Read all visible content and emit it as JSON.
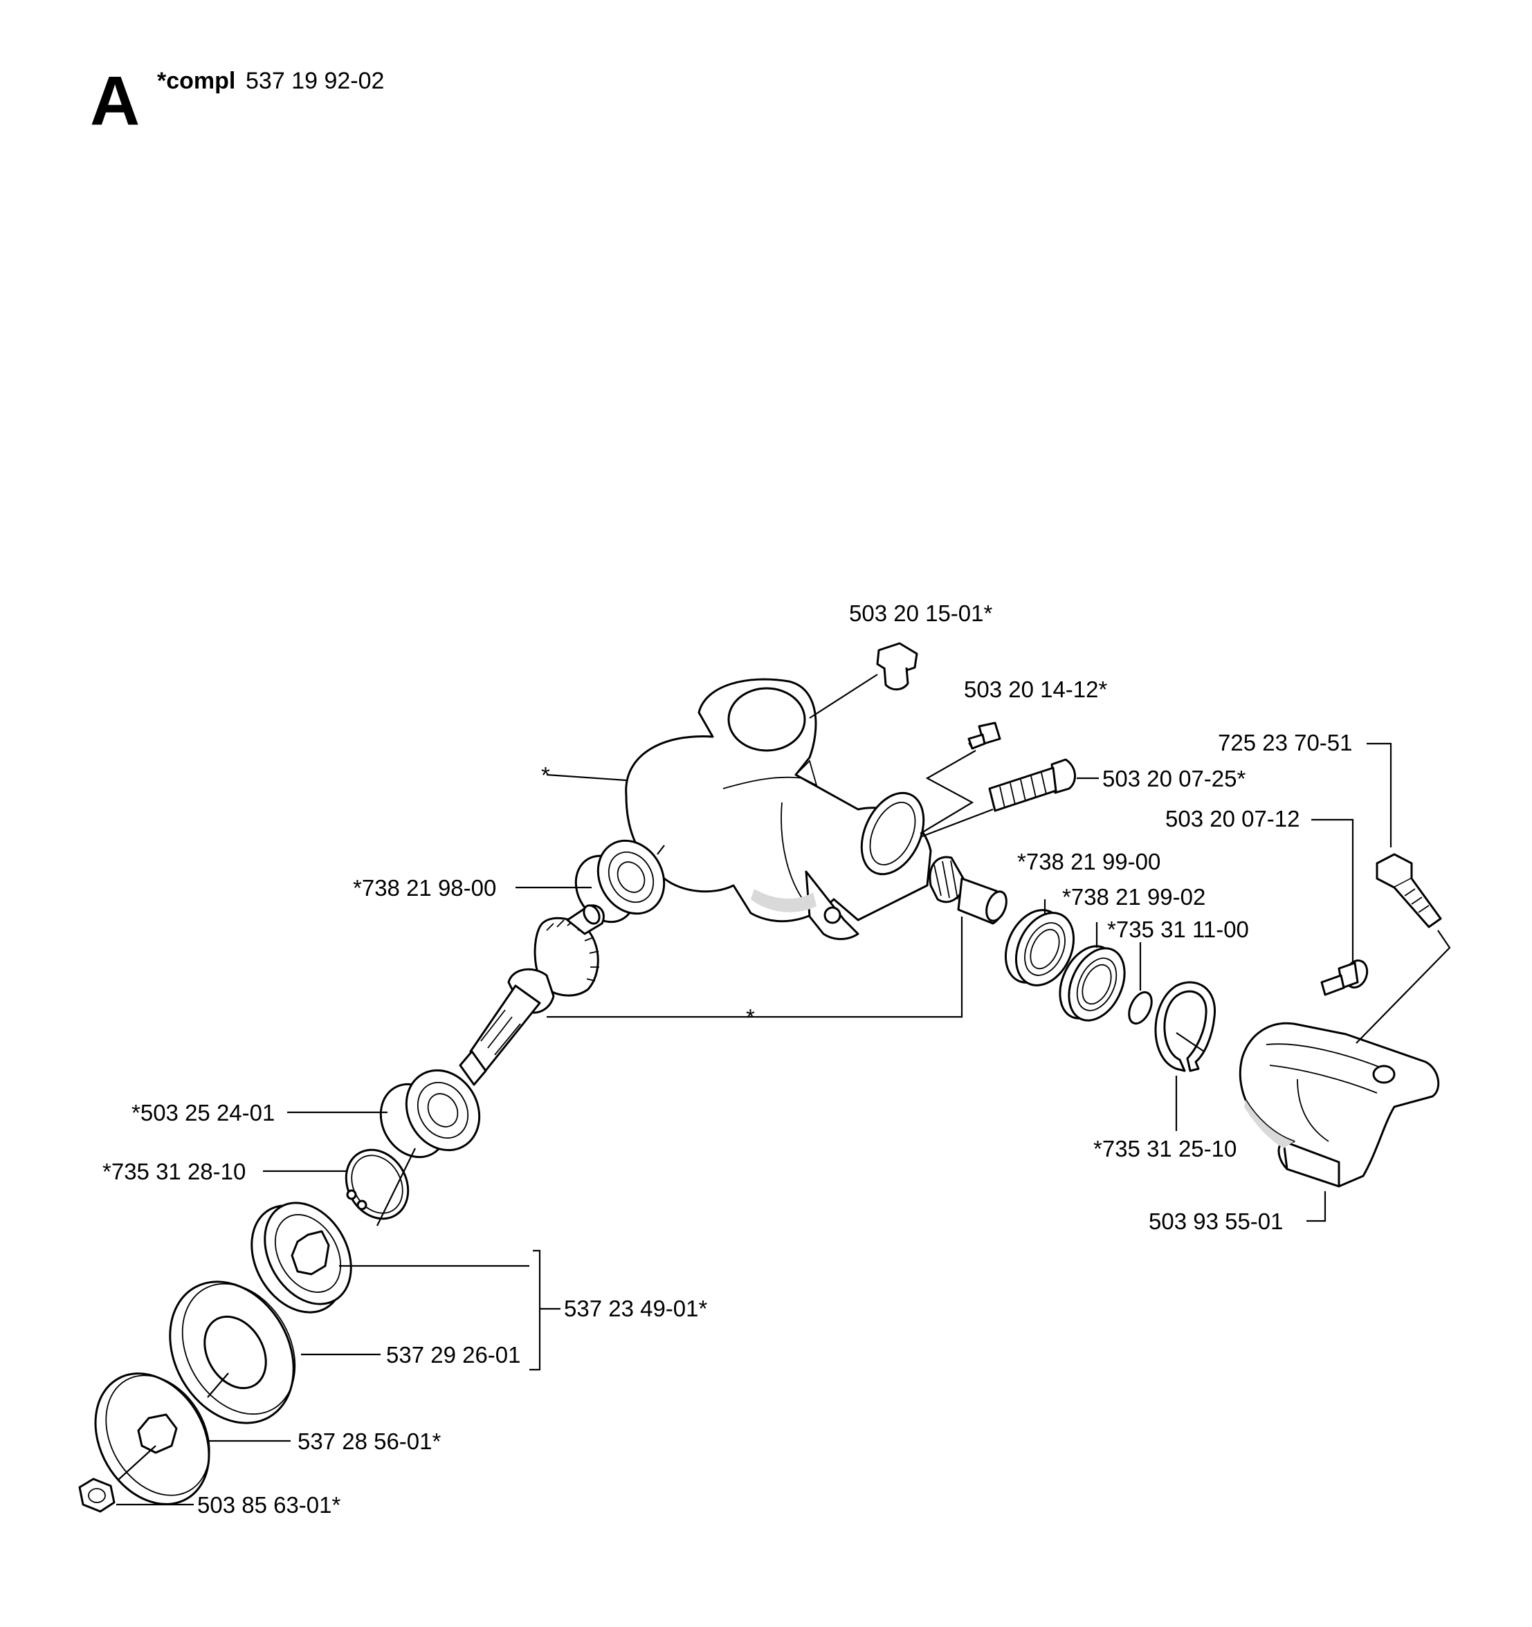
{
  "header": {
    "section_letter": "A",
    "compl_prefix": "*compl",
    "compl_number": "537 19 92-02"
  },
  "labels": {
    "p_503201501": "503 20 15-01*",
    "p_503201412": "503 20 14-12*",
    "p_725237051": "725 23 70-51",
    "p_503200725": "503 20 07-25*",
    "p_503200712": "503 20 07-12",
    "p_738219900": "*738 21 99-00",
    "p_738219902": "*738 21 99-02",
    "p_735311100": "*735 31 11-00",
    "p_738219800": "*738 21 98-00",
    "p_star_housing": "*",
    "p_star_gear": "*",
    "p_503252401": "*503 25 24-01",
    "p_735312810": "*735 31 28-10",
    "p_735312510": "*735 31 25-10",
    "p_503935501": "503 93 55-01",
    "p_537234901": "537 23 49-01*",
    "p_537292601": "537 29 26-01",
    "p_537285601": "537 28 56-01*",
    "p_503856301": "503 85 63-01*"
  }
}
